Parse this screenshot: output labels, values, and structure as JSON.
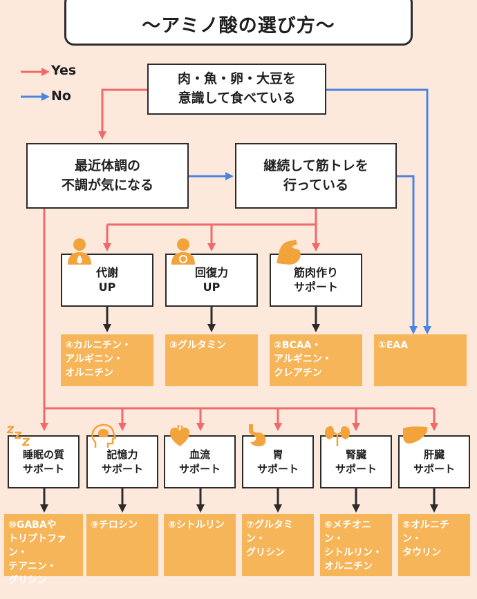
{
  "title": "〜アミノ酸の選び方〜",
  "legend": {
    "yes": "Yes",
    "no": "No",
    "yes_color": "#ef6a6a",
    "no_color": "#4a86e0"
  },
  "q1": "肉・魚・卵・大豆を\n意識して食べている",
  "q2": "最近体調の\n不調が気になる",
  "q3": "継続して筋トレを\n行っている",
  "goals_top": [
    {
      "label": "代謝\nUP",
      "icon": "person-fire-icon"
    },
    {
      "label": "回復力\nUP",
      "icon": "person-recovery-icon"
    },
    {
      "label": "筋肉作り\nサポート",
      "icon": "flexed-arm-icon"
    }
  ],
  "results_top": [
    "④カルニチン・\nアルギニン・\nオルニチン",
    "③グルタミン",
    "②BCAA・\nアルギニン・\nクレアチン",
    "①EAA"
  ],
  "goals_bottom": [
    {
      "label": "睡眠の質\nサポート",
      "icon": "sleep-zzz-icon"
    },
    {
      "label": "記憶力\nサポート",
      "icon": "brain-head-icon"
    },
    {
      "label": "血流\nサポート",
      "icon": "heart-icon"
    },
    {
      "label": "胃\nサポート",
      "icon": "stomach-icon"
    },
    {
      "label": "腎臓\nサポート",
      "icon": "kidney-icon"
    },
    {
      "label": "肝臓\nサポート",
      "icon": "liver-icon"
    }
  ],
  "results_bottom": [
    "⑩GABAや\nトリプトファン・\nテアニン・\nグリシン",
    "⑨チロシン",
    "⑧シトルリン",
    "⑦グルタミン・\nグリシン",
    "⑥メチオニン・\nシトルリン・\nオルニチン",
    "⑤オルニチン・\nタウリン"
  ],
  "colors": {
    "result": "#f7b55a",
    "icon": "#f2a33c",
    "background": "#fde8dc"
  }
}
